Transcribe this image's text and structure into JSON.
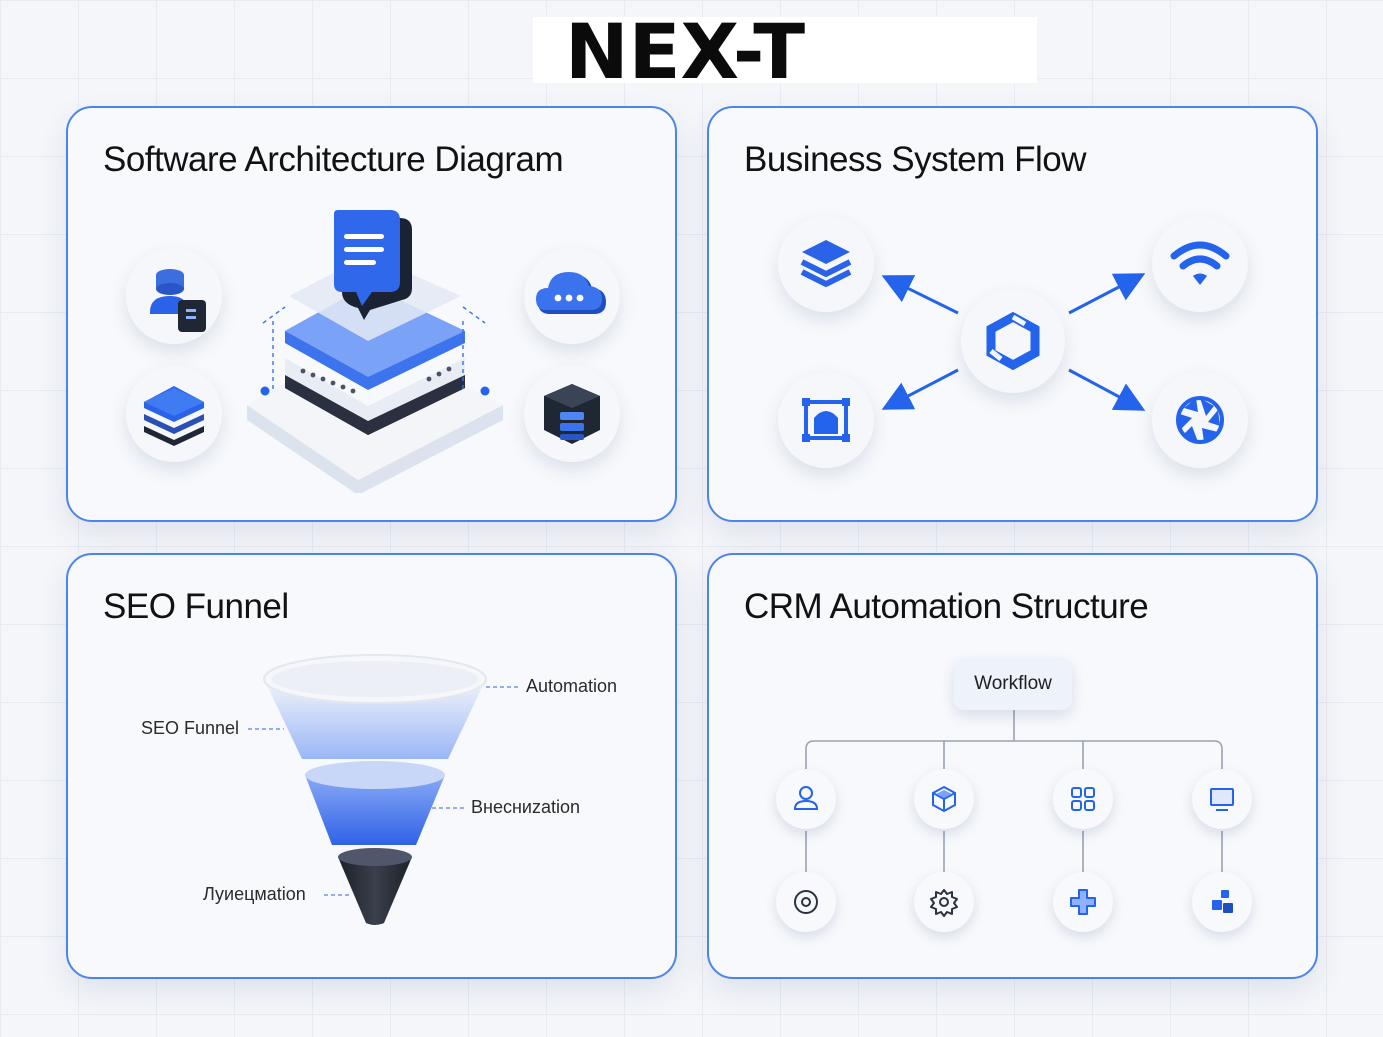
{
  "brand": "NEX-T",
  "panels": {
    "architecture": {
      "title": "Software Architecture Diagram",
      "icons": [
        "user-database-icon",
        "cloud-chat-icon",
        "layers-icon",
        "server-cube-icon",
        "isometric-server-icon",
        "chat-bubble-icon"
      ]
    },
    "business": {
      "title": "Business System Flow",
      "icons": [
        "hub-sync-icon",
        "layers-icon",
        "wifi-icon",
        "frame-icon",
        "aperture-icon"
      ]
    },
    "seo": {
      "title": "SEO Funnel",
      "labels": {
        "automation": "Automation",
        "seo_funnel": "SEO Funnel",
        "middle": "Внесниzation",
        "bottom": "Луиецмation"
      }
    },
    "crm": {
      "title": "CRM Automation Structure",
      "workflow": "Workflow",
      "icons": [
        "user-icon",
        "box-icon",
        "grid-icon",
        "monitor-icon",
        "target-icon",
        "gear-icon",
        "puzzle-icon",
        "blocks-icon"
      ]
    }
  },
  "colors": {
    "accent": "#2463eb",
    "border": "#4d84ec",
    "dark": "#1d2330"
  }
}
